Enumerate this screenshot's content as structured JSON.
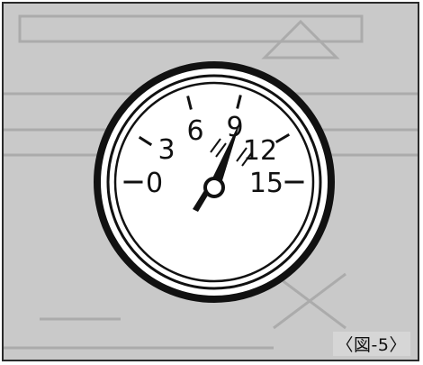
{
  "gauge": {
    "scale_labels": [
      "0",
      "3",
      "6",
      "9",
      "12",
      "15"
    ],
    "needle_value": 10
  },
  "colors": {
    "background": "#c9c9c9",
    "dial_face": "#ffffff",
    "ink": "#111111"
  },
  "caption": "〈図-5〉"
}
